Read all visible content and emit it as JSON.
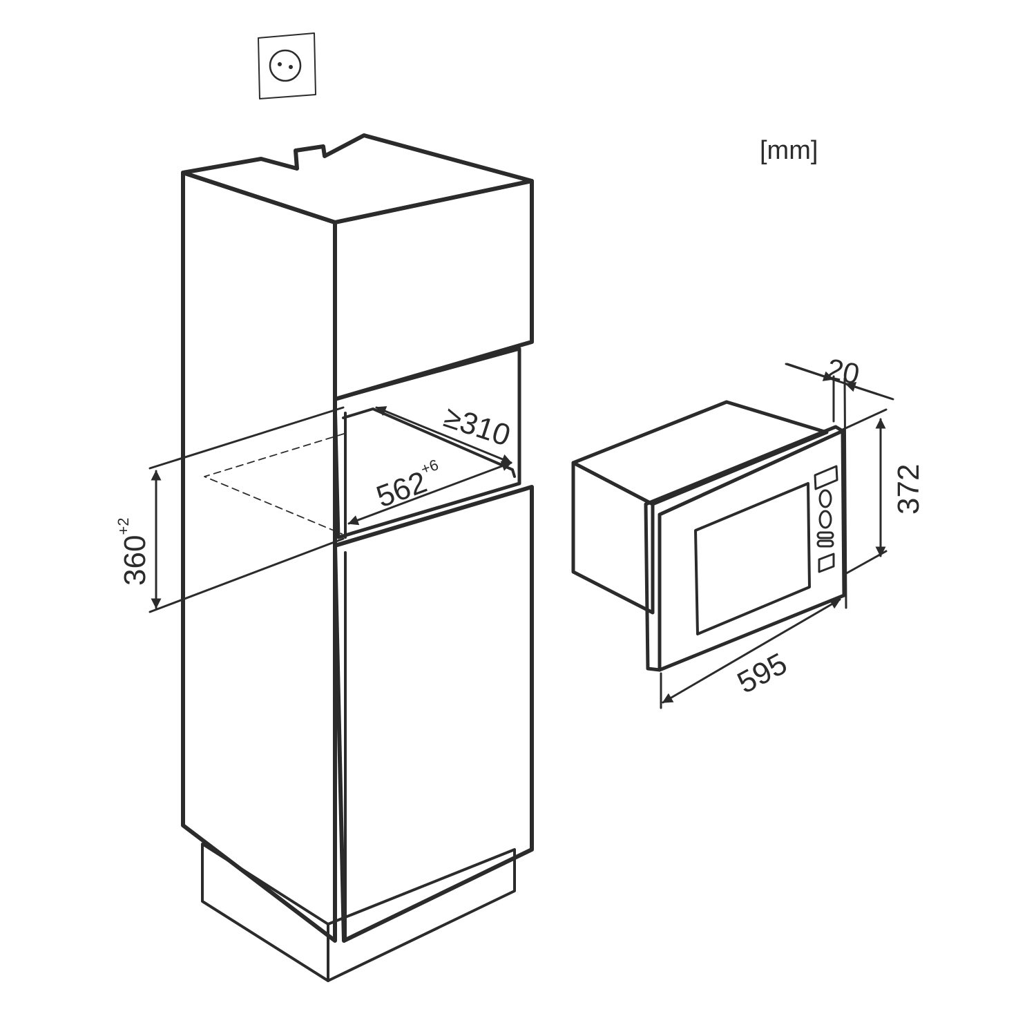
{
  "unit_label": "[mm]",
  "colors": {
    "outline": "#2b2b2b",
    "cabinet_side": "#b7b7b7",
    "cabinet_front": "#d0d0d0",
    "cabinet_top": "#c6c6c6",
    "window": "#e6e6e6"
  },
  "icons": [
    "power-socket-icon"
  ],
  "niche_dimensions": {
    "depth": {
      "prefix": "≥",
      "value": "310"
    },
    "width": {
      "value": "562",
      "tolerance": "+6"
    },
    "height": {
      "value": "360",
      "tolerance": "+2"
    }
  },
  "appliance_dimensions": {
    "frame_depth": "20",
    "height": "372",
    "width": "595"
  }
}
